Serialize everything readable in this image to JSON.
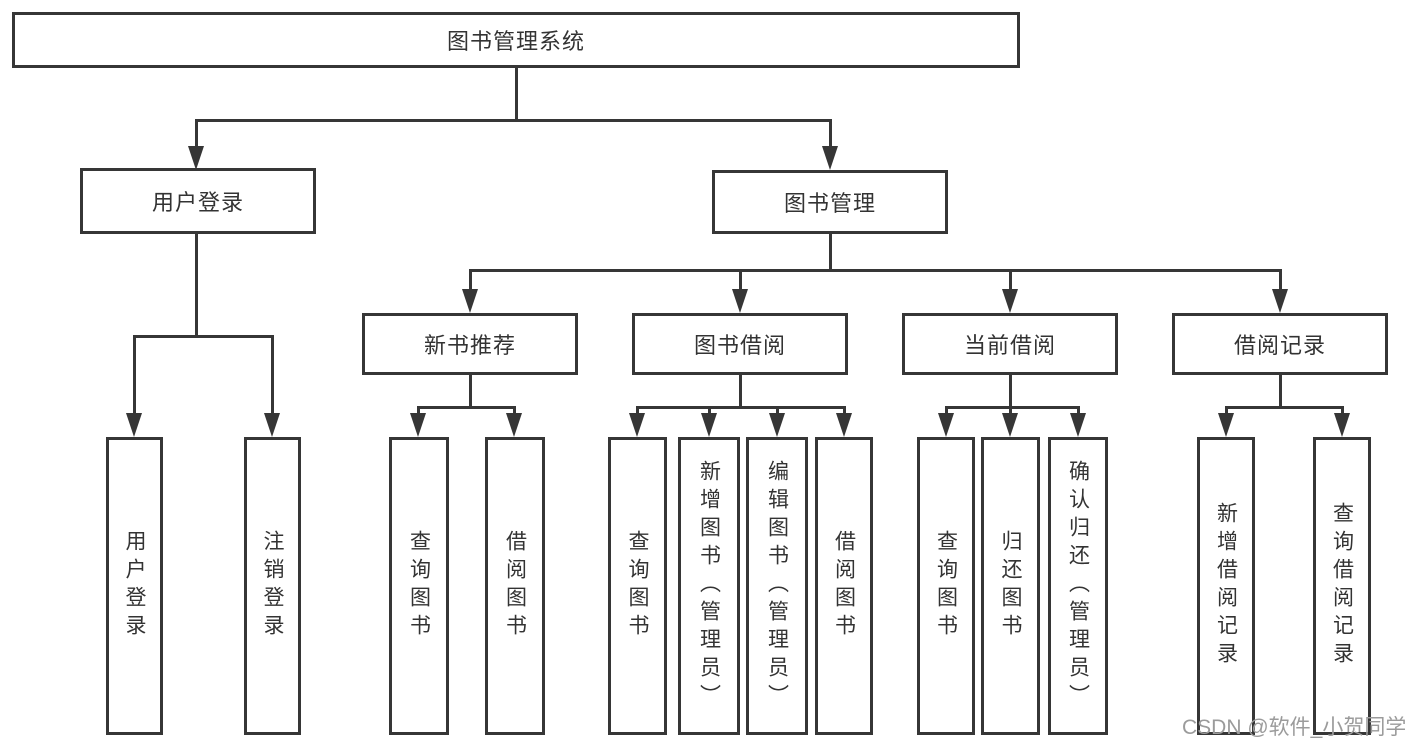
{
  "diagram": {
    "root": "图书管理系统",
    "user_login": {
      "label": "用户登录",
      "children": [
        "用户登录",
        "注销登录"
      ]
    },
    "book_management": {
      "label": "图书管理"
    },
    "new_book_recommend": {
      "label": "新书推荐",
      "children": [
        "查询图书",
        "借阅图书"
      ]
    },
    "book_borrow": {
      "label": "图书借阅",
      "children": [
        "查询图书",
        "新增图书（管理员）",
        "编辑图书（管理员）",
        "借阅图书"
      ]
    },
    "current_borrow": {
      "label": "当前借阅",
      "children": [
        "查询图书",
        "归还图书",
        "确认归还（管理员）"
      ]
    },
    "borrow_record": {
      "label": "借阅记录",
      "children": [
        "新增借阅记录",
        "查询借阅记录"
      ]
    }
  },
  "watermark": {
    "text": "CSDN @软件_小贺同学"
  },
  "colors": {
    "line": "#363636",
    "box_border": "#363636",
    "text": "#333333",
    "background": "#ffffff",
    "watermark": "#9b9b9b"
  }
}
